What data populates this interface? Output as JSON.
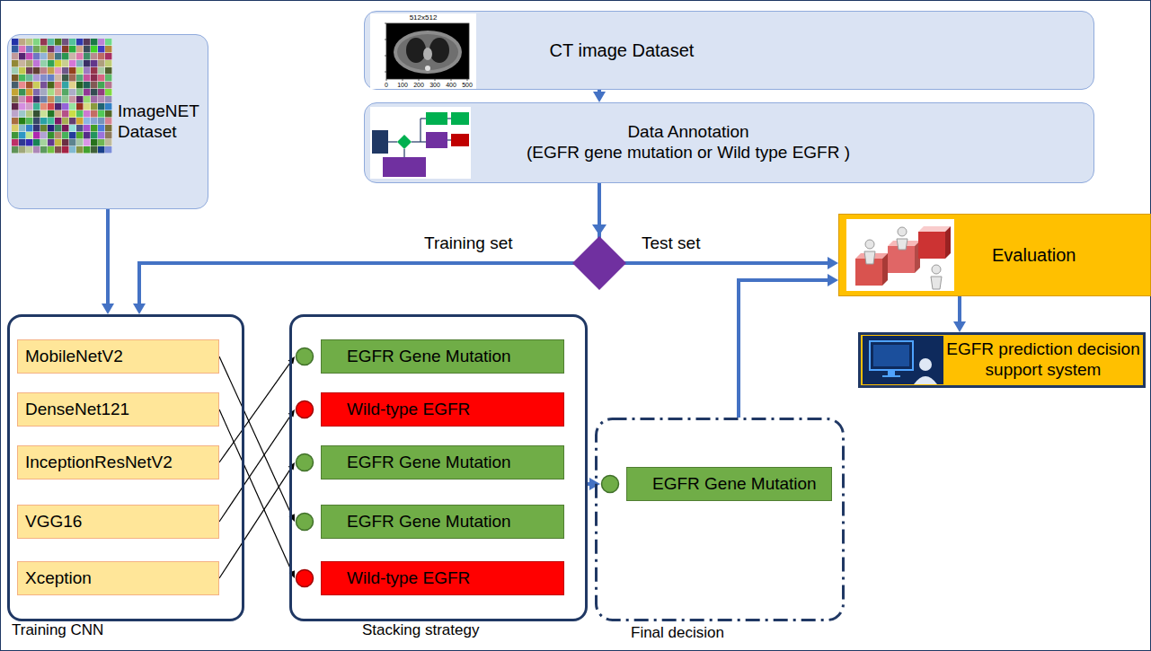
{
  "diagram": {
    "nodes": [
      {
        "text": [
          "ImageNET Dataset"
        ]
      },
      {
        "text": [
          "CT image Dataset"
        ]
      },
      {
        "text": [
          "Data Annotation",
          "(EGFR gene mutation or Wild type EGFR )"
        ]
      },
      {
        "text": [
          "Evaluation"
        ]
      },
      {
        "text": [
          "EGFR prediction decision support system"
        ]
      },
      {
        "text": [
          "Training CNN"
        ]
      },
      {
        "text": [
          "MobileNetV2"
        ],
        "in": 5
      },
      {
        "text": [
          "DenseNet121"
        ],
        "in": 5
      },
      {
        "text": [
          "InceptionResNetV2"
        ],
        "in": 5
      },
      {
        "text": [
          "VGG16"
        ],
        "in": 5
      },
      {
        "text": [
          "Xception"
        ],
        "in": 5
      },
      {
        "text": [
          "Stacking strategy"
        ]
      },
      {
        "text": [
          "EGFR Gene Mutation"
        ],
        "in": 11
      },
      {
        "text": [
          "Wild-type EGFR"
        ],
        "in": 11
      },
      {
        "text": [
          "EGFR Gene Mutation"
        ],
        "in": 11
      },
      {
        "text": [
          "EGFR Gene Mutation"
        ],
        "in": 11
      },
      {
        "text": [
          "Wild-type EGFR"
        ],
        "in": 11
      },
      {
        "text": [
          "Final decision"
        ]
      },
      {
        "text": [
          "EGFR Gene Mutation"
        ],
        "in": 17
      }
    ],
    "edges": [
      {
        "from": 0,
        "to": 5,
        "arrow": "to"
      },
      {
        "from": 1,
        "to": 2,
        "arrow": "to"
      },
      {
        "from": 2,
        "to": 5,
        "label": "Training set",
        "arrow": "to"
      },
      {
        "from": 2,
        "to": 3,
        "label": "Test set",
        "arrow": "to"
      },
      {
        "from": 6,
        "to": 15,
        "arrow": "to"
      },
      {
        "from": 7,
        "to": 16,
        "arrow": "to"
      },
      {
        "from": 8,
        "to": 12,
        "arrow": "to"
      },
      {
        "from": 9,
        "to": 13,
        "arrow": "to"
      },
      {
        "from": 10,
        "to": 14,
        "arrow": "to"
      },
      {
        "from": 11,
        "to": 18,
        "arrow": "to"
      },
      {
        "from": 17,
        "to": 3,
        "arrow": "to"
      },
      {
        "from": 3,
        "to": 4,
        "arrow": "to"
      }
    ],
    "labels": [
      "512x512",
      "0",
      "100",
      "200",
      "300",
      "400",
      "500"
    ]
  }
}
